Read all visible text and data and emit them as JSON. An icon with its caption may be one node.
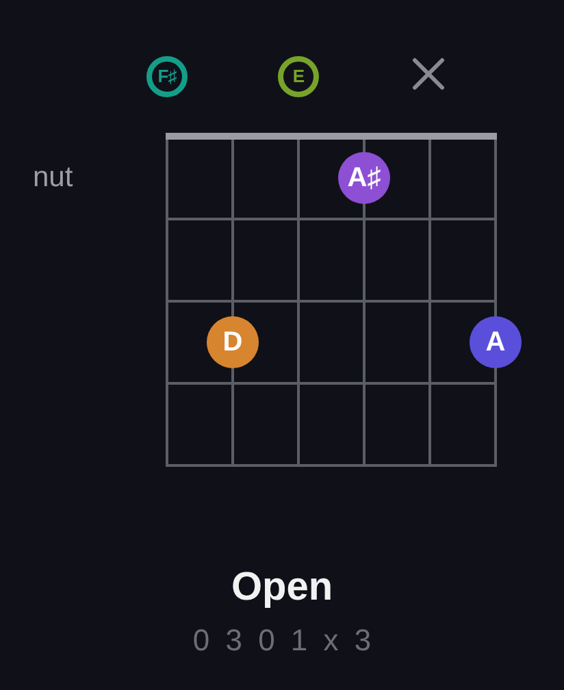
{
  "diagram": {
    "title": "Open",
    "caption": "0 3 0 1 x 3",
    "nodes": [
      {
        "text": [
          "F♯"
        ]
      },
      {
        "text": [
          "E"
        ]
      },
      {
        "text": [],
        "shape": "cross"
      },
      {
        "text": [
          "A♯"
        ]
      },
      {
        "text": [
          "D"
        ]
      },
      {
        "text": [
          "A"
        ]
      }
    ],
    "labels": [
      "nut"
    ]
  }
}
